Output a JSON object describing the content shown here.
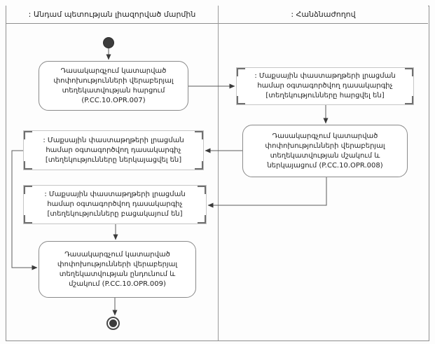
{
  "diagram": {
    "type": "uml-activity-swimlane",
    "lanes": [
      {
        "title": ": Անդամ պետության լիազորված մարմին"
      },
      {
        "title": ": Հանձնաժողով"
      }
    ],
    "nodes": {
      "action1": {
        "kind": "action",
        "lane": 0,
        "label": "Դասակարգչում կատարված փոփոխությունների վերաբերյալ տեղեկատվության հարցում (P.CC.10.OPR.007)"
      },
      "object1": {
        "kind": "object",
        "lane": 1,
        "label": ": Մաքսային փաստաթղթերի լրացման համար օգտագործվող դասակարգիչ [տեղեկությունները հարցվել են]"
      },
      "action2": {
        "kind": "action",
        "lane": 1,
        "label": "Դասակարգչում կատարված փոփոխությունների վերաբերյալ տեղեկատվության մշակում և ներկայացում (P.CC.10.OPR.008)"
      },
      "object2": {
        "kind": "object",
        "lane": 0,
        "label": ": Մաքսային փաստաթղթերի լրացման համար օգտագործվող դասակարգիչ [տեղեկությունները ներկայացվել են]"
      },
      "object3": {
        "kind": "object",
        "lane": 0,
        "label": ": Մաքսային փաստաթղթերի լրացման համար օգտագործվող դասակարգիչ [տեղեկությունները բացակայում են]"
      },
      "action3": {
        "kind": "action",
        "lane": 0,
        "label": "Դասակարգչում կատարված փոփոխությունների վերաբերյալ տեղեկատվության ընդունում և մշակում (P.CC.10.OPR.009)"
      }
    },
    "edges": [
      "start → action1",
      "action1 → object1",
      "object1 → action2",
      "action2 → object2",
      "action2 → object3",
      "object2 → action3",
      "object3 → action3",
      "action3 → final"
    ],
    "colors": {
      "frame_border": "#8f8f8f",
      "node_border": "#8a8a8a",
      "object_corner": "#6f6f6f",
      "arrow": "#5a5a5a",
      "terminal": "#3c3c3c",
      "text": "#1f1f1f",
      "background": "#fdfdfd"
    }
  }
}
